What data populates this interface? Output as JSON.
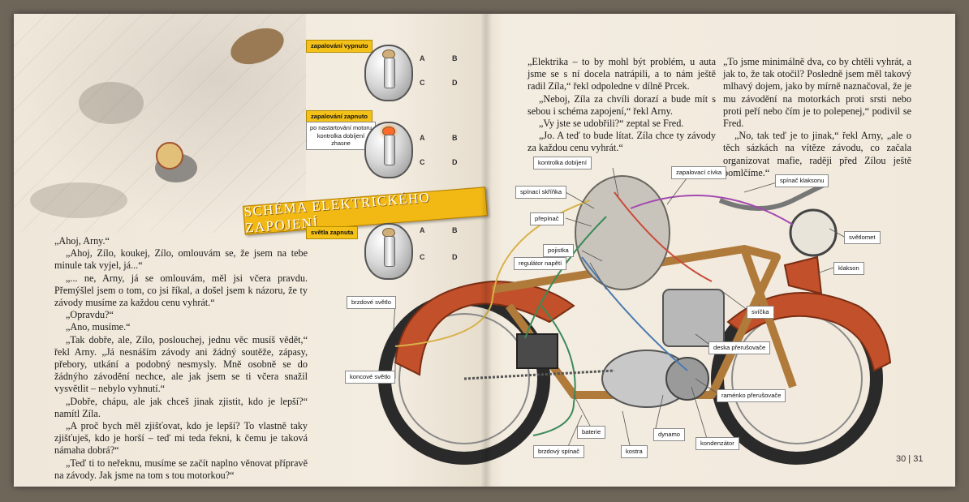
{
  "banner": "SCHÉMA ELEKTRICKÉHO ZAPOJENÍ",
  "switch_labels": {
    "off": "zapalování vypnuto",
    "on": "zapalování zapnuto",
    "note": "po nastartování motoru kontrolka dobíjení zhasne",
    "lights": "světla zapnuta"
  },
  "terminals": [
    "A",
    "B",
    "C",
    "D"
  ],
  "left_text": [
    "„Ahoj, Arny.“",
    "„Ahoj, Zílo, koukej, Zílo, omlouvám se, že jsem na tebe minule tak vyjel, já...“",
    "„... ne, Arny, já se omlouvám, měl jsi včera pravdu. Přemýšlel jsem o tom, co jsi říkal, a došel jsem k názoru, že ty závody musíme za každou cenu vyhrát.“",
    "„Opravdu?“",
    "„Ano, musíme.“",
    "„Tak dobře, ale, Zílo, poslouchej, jednu věc musíš vědět,“ řekl Arny. „Já nesnáším závody ani žádný soutěže, zápasy, přebory, utkání a podobný nesmysly. Mně osobně se do žádnýho závodění nechce, ale jak jsem se ti včera snažil vysvětlit – nebylo vyhnutí.“",
    "„Dobře, chápu, ale jak chceš jinak zjistit, kdo je lepší?“ namítl Zíla.",
    "„A proč bych měl zjišťovat, kdo je lepší? To vlastně taky zjišťuješ, kdo je horší – teď mi teda řekni, k čemu je taková námaha dobrá?“",
    "„Teď ti to neřeknu, musíme se začít naplno věnovat přípravě na závody. Jak jsme na tom s tou motorkou?“"
  ],
  "mid_text": [
    "„Elektrika – to by mohl být problém, u auta jsme se s ní docela natrápili, a to nám ještě radil Zíla,“ řekl odpoledne v dílně Prcek.",
    "„Neboj, Zíla za chvíli dorazí a bude mít s sebou i schéma zapojení,“ řekl Arny.",
    "„Vy jste se udobřili?“ zeptal se Fred.",
    "„Jo. A teď to bude lítat. Zíla chce ty závody za každou cenu vyhrát.“"
  ],
  "right_text": [
    "„To jsme minimálně dva, co by chtěli vyhrát, a jak to, že tak otočil? Posledně jsem měl takový mlhavý dojem, jako by mírně naznačoval, že je mu závodění na motorkách proti srsti nebo proti peří nebo čím je to polepenej,“ podivil se Fred.",
    "„No, tak teď je to jinak,“ řekl Arny, „ale o těch sázkách na vítěze závodu, co začala organizovat mafie, raději před Zílou ještě pomlčíme.“"
  ],
  "diagram_labels": {
    "kontrolka": "kontrolka dobíjení",
    "skrinka": "spínací skříňka",
    "prepinac": "přepínač",
    "pojistka": "pojistka",
    "regulator": "regulátor napětí",
    "brzdove": "brzdové světlo",
    "koncove": "koncové světlo",
    "baterie": "baterie",
    "brzdovy_spinac": "brzdový spínač",
    "kostra": "kostra",
    "dynamo": "dynamo",
    "kondenzator": "kondenzátor",
    "ramenko": "raménko přerušovače",
    "deska": "deska přerušovače",
    "svicka": "svíčka",
    "klakson": "klakson",
    "svetlomet": "světlomet",
    "spinac_klaksonu": "spínač klaksonu",
    "civka": "zapalovací cívka"
  },
  "page_numbers": "30 | 31",
  "colors": {
    "banner": "#f2b915",
    "fender": "#c2502a",
    "frame": "#b07a3a",
    "tank": "#c9c4bb"
  }
}
